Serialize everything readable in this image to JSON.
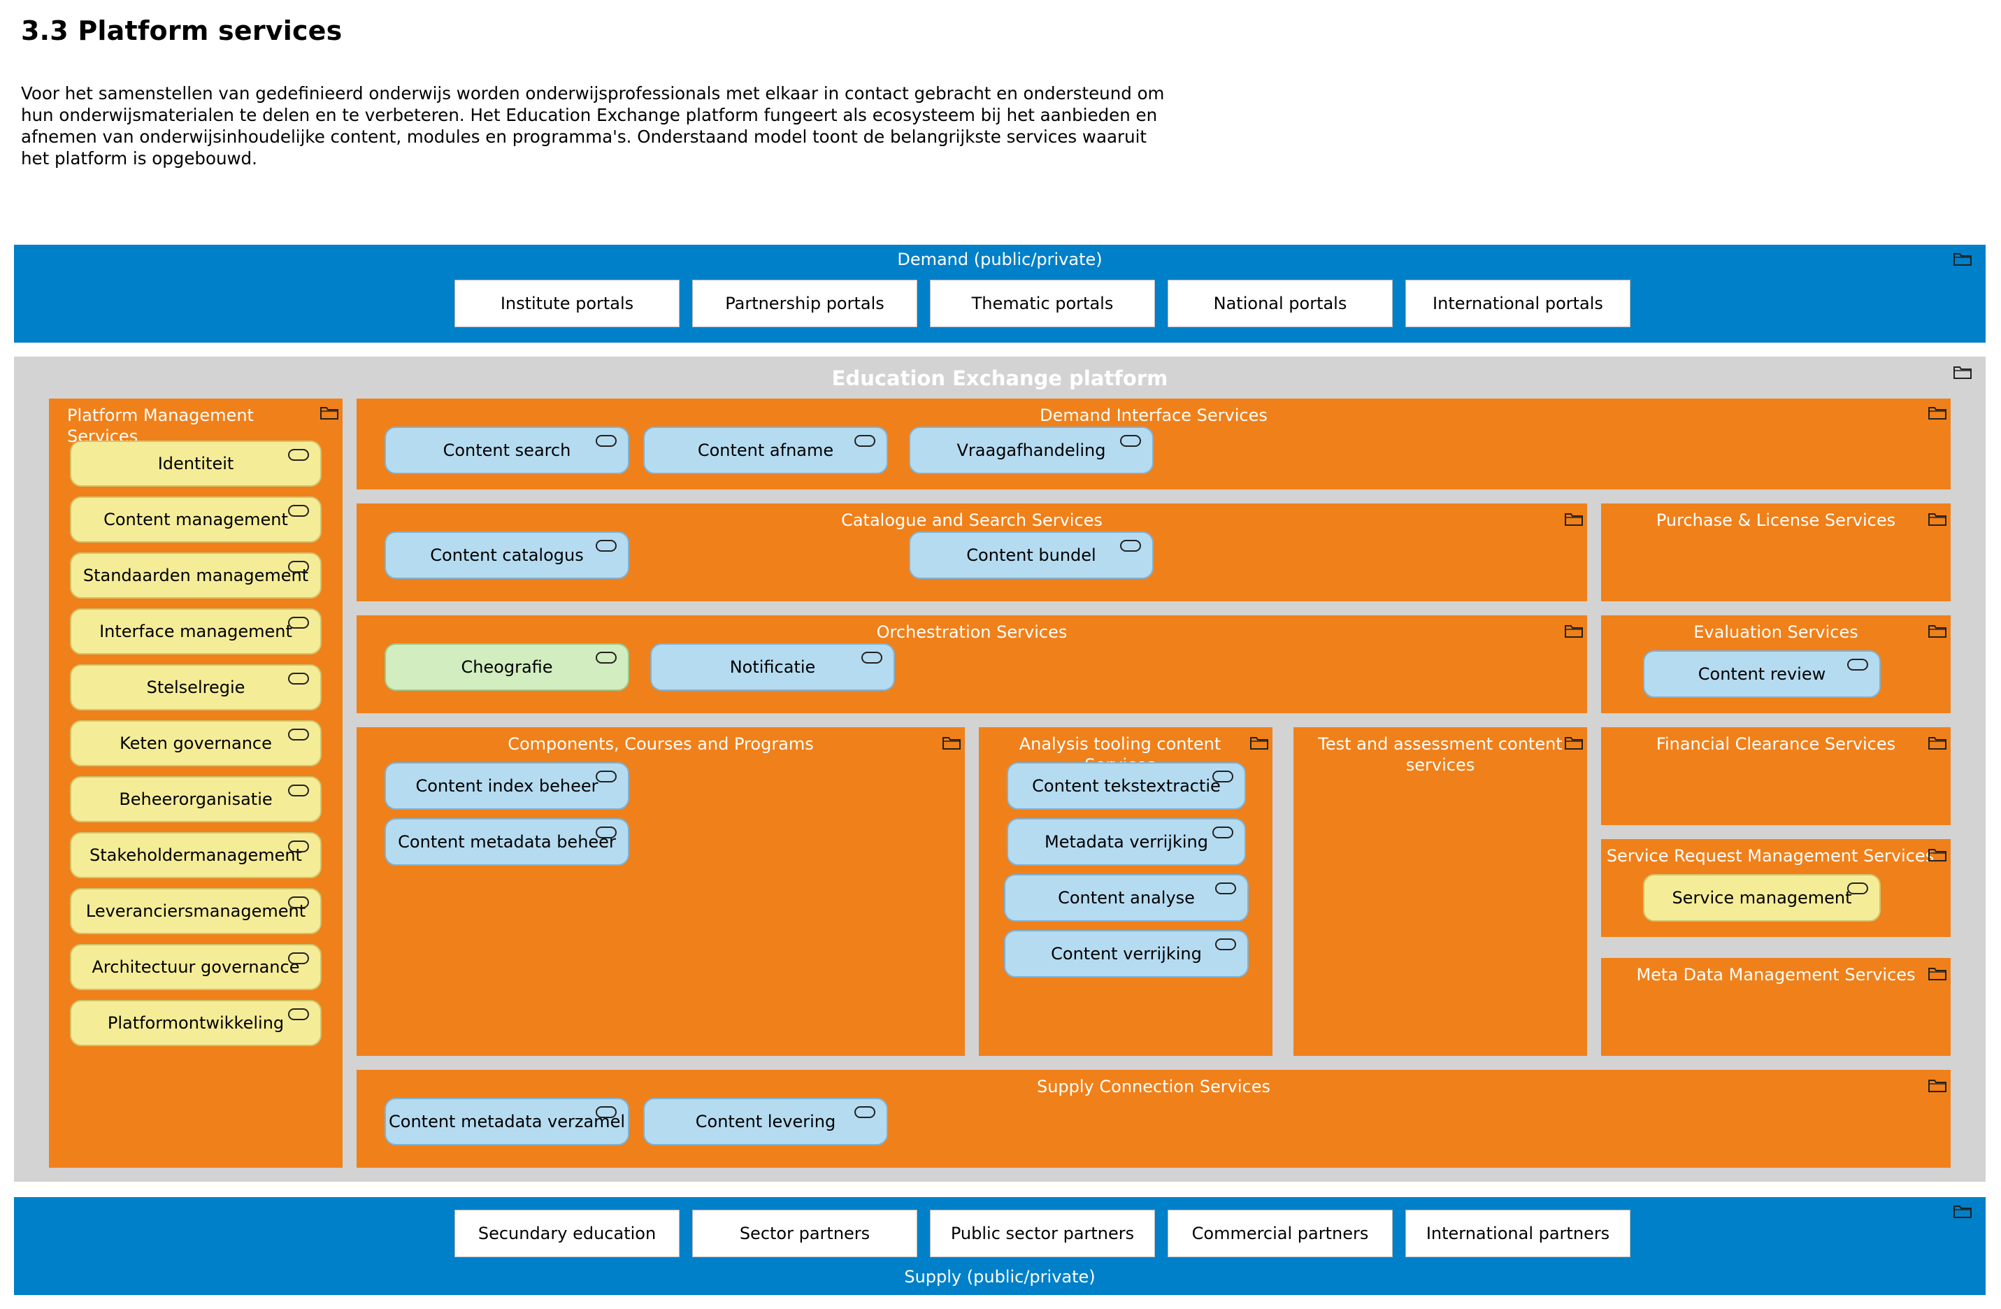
{
  "heading": "3.3 Platform services",
  "intro": "Voor het samenstellen van gedefinieerd onderwijs worden onderwijsprofessionals met elkaar in contact gebracht en ondersteund om hun onderwijsmaterialen te delen en te verbeteren. Het Education Exchange platform fungeert als ecosysteem bij het aanbieden en afnemen van onderwijsinhoudelijke content, modules en programma's. Onderstaand model toont de belangrijkste services waaruit het platform is opgebouwd.",
  "demand": {
    "title": "Demand (public/private)",
    "items": [
      "Institute portals",
      "Partnership portals",
      "Thematic portals",
      "National portals",
      "International portals"
    ]
  },
  "platform": {
    "title": "Education Exchange platform"
  },
  "groups": {
    "platform_mgmt": {
      "title": "Platform Management Services",
      "services": [
        "Identiteit",
        "Content management",
        "Standaarden management",
        "Interface management",
        "Stelselregie",
        "Keten governance",
        "Beheerorganisatie",
        "Stakeholdermanagement",
        "Leveranciersmanagement",
        "Architectuur governance",
        "Platformontwikkeling"
      ]
    },
    "demand_interface": {
      "title": "Demand Interface Services",
      "services": [
        "Content search",
        "Content afname",
        "Vraagafhandeling"
      ]
    },
    "catalogue": {
      "title": "Catalogue and Search Services",
      "services": [
        "Content catalogus",
        "Content bundel"
      ]
    },
    "purchase": {
      "title": "Purchase & License Services"
    },
    "orchestration": {
      "title": "Orchestration Services",
      "services": [
        "Cheografie",
        "Notificatie"
      ]
    },
    "evaluation": {
      "title": "Evaluation Services",
      "services": [
        "Content review"
      ]
    },
    "components": {
      "title": "Components, Courses and Programs",
      "services": [
        "Content index beheer",
        "Content metadata beheer"
      ]
    },
    "analysis": {
      "title": "Analysis tooling content Services",
      "services": [
        "Content tekstextractie",
        "Metadata verrijking",
        "Content analyse",
        "Content verrijking"
      ]
    },
    "test": {
      "title": "Test and assessment content services"
    },
    "financial": {
      "title": "Financial Clearance Services"
    },
    "service_request": {
      "title": "Service Request Management Services",
      "services": [
        "Service management"
      ]
    },
    "metadata_mgmt": {
      "title": "Meta Data Management Services"
    },
    "supply_connection": {
      "title": "Supply Connection Services",
      "services": [
        "Content metadata verzamel",
        "Content levering"
      ]
    }
  },
  "supply": {
    "title": "Supply (public/private)",
    "items": [
      "Secundary education",
      "Sector partners",
      "Public sector partners",
      "Commercial partners",
      "International partners"
    ]
  },
  "colors": {
    "band": "#0080C8",
    "platform": "#D3D3D3",
    "group": "#F0801A",
    "service_blue": "#B5DBF1",
    "service_yellow": "#F5EC98",
    "service_green": "#D2EDBF"
  },
  "icons": {
    "group": "folder-icon",
    "service": "service-icon"
  }
}
